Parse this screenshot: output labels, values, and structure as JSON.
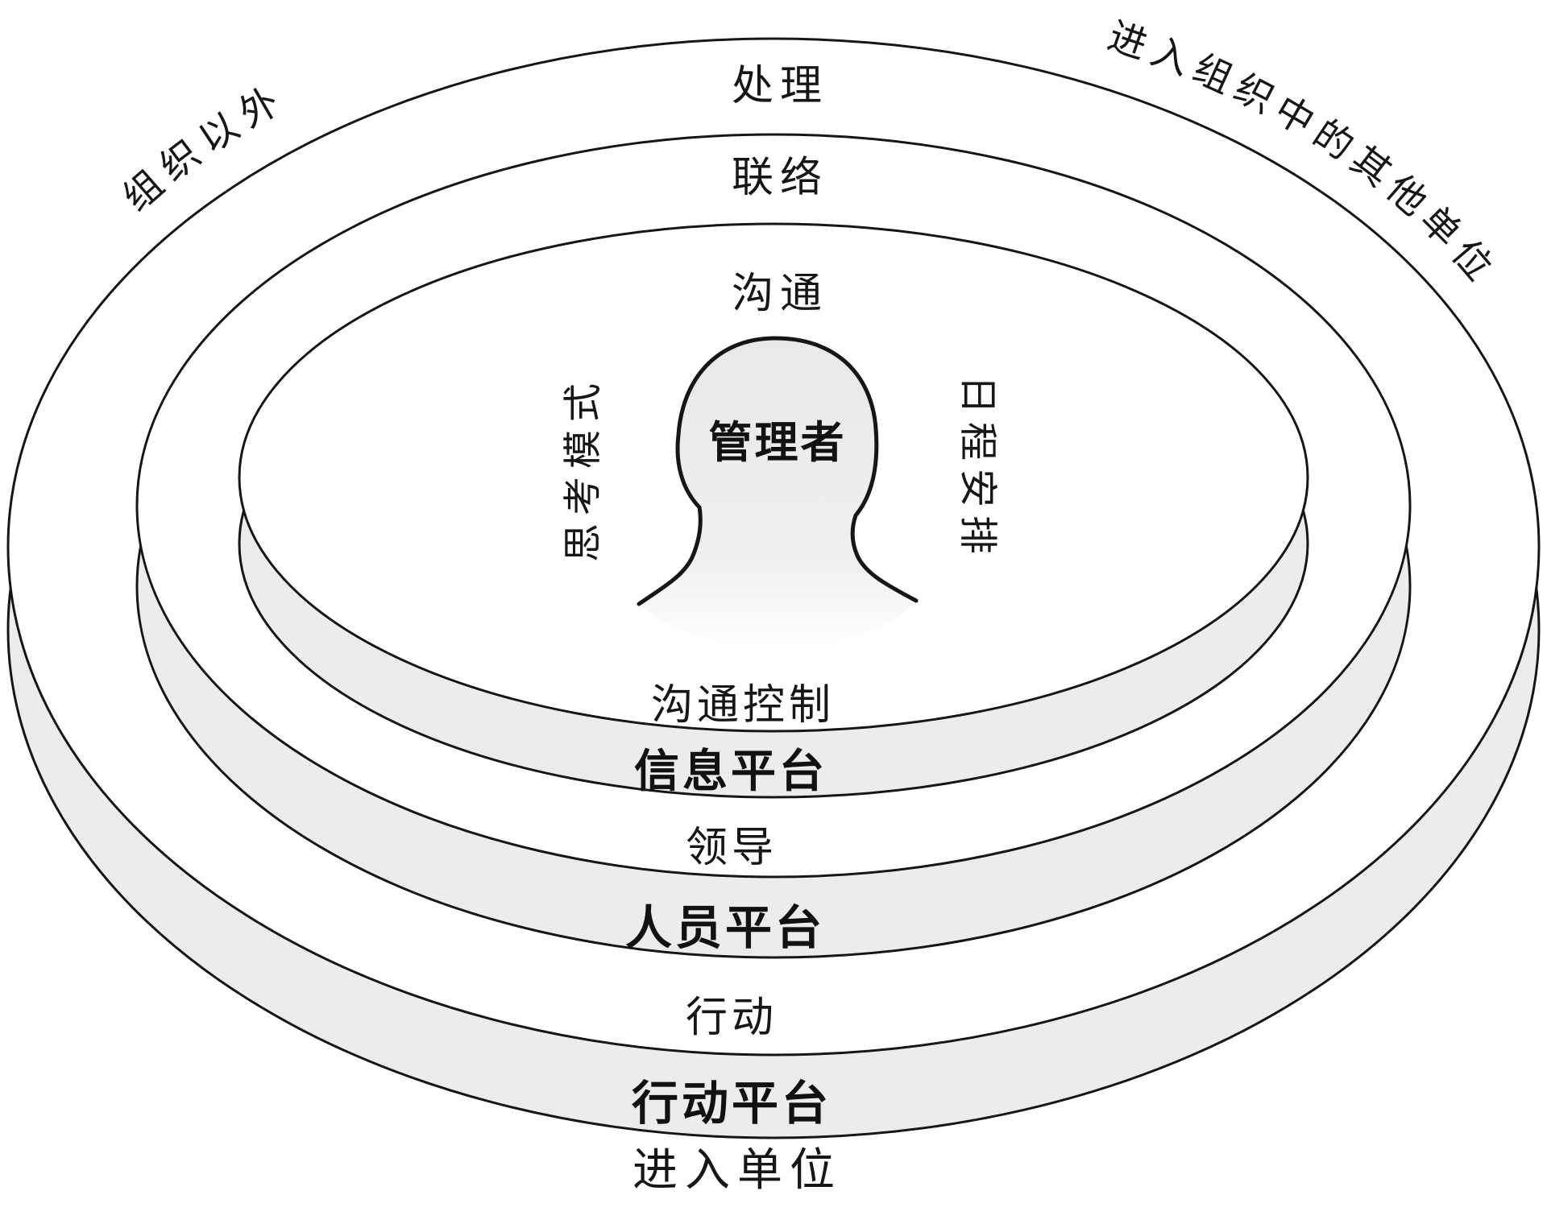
{
  "diagram": {
    "title_semantic": "manager-three-planes-model",
    "center": {
      "person_label": "管理者",
      "left_rotated_label": "思考模式",
      "right_rotated_label": "日程安排"
    },
    "planes": [
      {
        "position": "inner",
        "top_word": "沟通",
        "bottom_word": "沟通控制",
        "band_label": "信息平台"
      },
      {
        "position": "middle",
        "top_word": "联络",
        "bottom_word": "领导",
        "band_label": "人员平台"
      },
      {
        "position": "outer",
        "top_word": "处理",
        "bottom_word": "行动",
        "band_label": "行动平台"
      }
    ],
    "outside": {
      "top_left_label": "组织以外",
      "top_right_label": "进入组织中的其他单位",
      "bottom_label": "进入单位"
    },
    "colors": {
      "ink": "#161616",
      "band_fill": "#ececec",
      "surface_fill": "#ffffff",
      "body_fill": "#e9e9e9"
    }
  }
}
